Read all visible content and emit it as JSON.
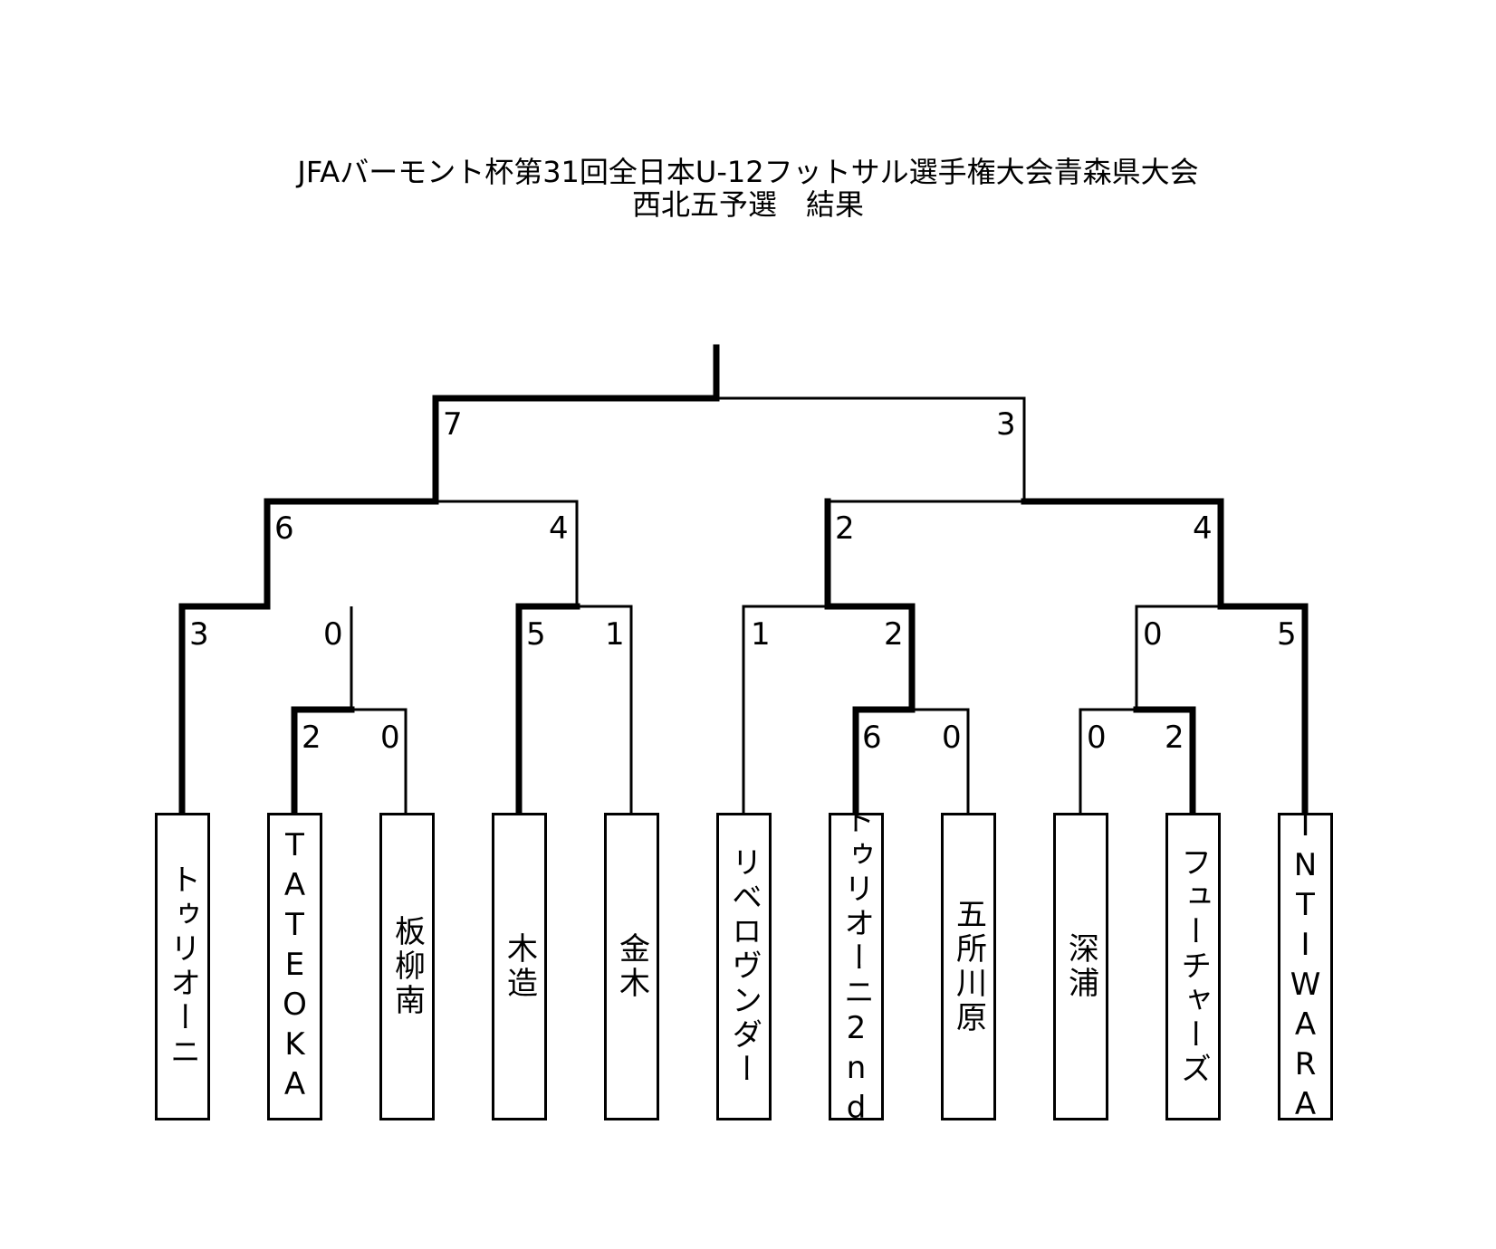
{
  "title": {
    "line1": "JFAバーモント杯第31回全日本U-12フットサル選手権大会青森県大会",
    "line2": "西北五予選　結果"
  },
  "teams": [
    "トゥリオーニ",
    "TATEOKA",
    "板柳南",
    "木造",
    "金木",
    "リベロヴンダー",
    "トゥリオーニ2nd",
    "五所川原",
    "深浦",
    "フューチャーズ",
    "INTIWARA"
  ],
  "round1": [
    {
      "home": "TATEOKA",
      "away": "板柳南",
      "home_score": "2",
      "away_score": "0"
    },
    {
      "home": "トゥリオーニ2nd",
      "away": "五所川原",
      "home_score": "6",
      "away_score": "0"
    },
    {
      "home": "深浦",
      "away": "フューチャーズ",
      "home_score": "0",
      "away_score": "2"
    }
  ],
  "round2": [
    {
      "home": "トゥリオーニ",
      "away": "TATEOKA",
      "home_score": "3",
      "away_score": "0"
    },
    {
      "home": "木造",
      "away": "金木",
      "home_score": "5",
      "away_score": "1"
    },
    {
      "home": "リベロヴンダー",
      "away": "トゥリオーニ2nd",
      "home_score": "1",
      "away_score": "2"
    },
    {
      "home": "フューチャーズ",
      "away": "INTIWARA",
      "home_score": "0",
      "away_score": "5"
    }
  ],
  "semifinals": [
    {
      "home": "トゥリオーニ",
      "away": "木造",
      "home_score": "6",
      "away_score": "4"
    },
    {
      "home": "トゥリオーニ2nd",
      "away": "INTIWARA",
      "home_score": "2",
      "away_score": "4"
    }
  ],
  "final": {
    "home": "トゥリオーニ",
    "away": "INTIWARA",
    "home_score": "7",
    "away_score": "3"
  },
  "colors": {
    "line": "#000000",
    "background": "#ffffff"
  }
}
